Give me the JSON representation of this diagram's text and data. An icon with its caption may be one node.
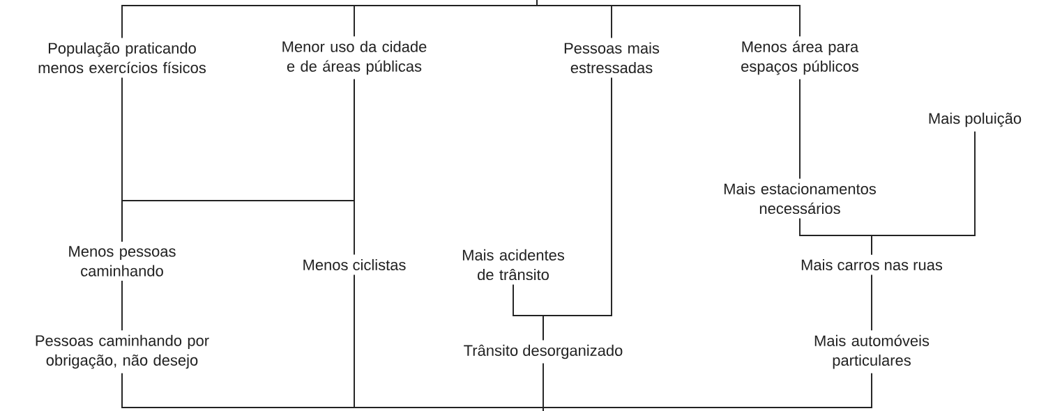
{
  "diagram": {
    "nodes": [
      {
        "text": [
          "População praticando menos exercícios físicos"
        ]
      },
      {
        "text": [
          "Menor uso da cidade e de áreas públicas"
        ]
      },
      {
        "text": [
          "Pessoas mais estressadas"
        ]
      },
      {
        "text": [
          "Menos área para espaços públicos"
        ]
      },
      {
        "text": [
          "Mais poluição"
        ]
      },
      {
        "text": [
          "Mais estacionamentos necessários"
        ]
      },
      {
        "text": [
          "Menos pessoas caminhando"
        ]
      },
      {
        "text": [
          "Menos ciclistas"
        ]
      },
      {
        "text": [
          "Mais acidentes de trânsito"
        ]
      },
      {
        "text": [
          "Trânsito desorganizado"
        ]
      },
      {
        "text": [
          "Mais carros nas ruas"
        ]
      },
      {
        "text": [
          "Pessoas caminhando por obrigação, não desejo"
        ]
      },
      {
        "text": [
          "Mais automóveis particulares"
        ]
      }
    ],
    "edges": [
      {
        "from": null,
        "to": 0,
        "arrow": "none"
      },
      {
        "from": null,
        "to": 1,
        "arrow": "none"
      },
      {
        "from": null,
        "to": 2,
        "arrow": "none"
      },
      {
        "from": null,
        "to": 3,
        "arrow": "none"
      },
      {
        "from": 0,
        "to": 6,
        "arrow": "none"
      },
      {
        "from": 1,
        "to": 6,
        "arrow": "none"
      },
      {
        "from": 1,
        "to": 7,
        "arrow": "none"
      },
      {
        "from": 6,
        "to": 11,
        "arrow": "none"
      },
      {
        "from": 2,
        "to": 9,
        "arrow": "none"
      },
      {
        "from": 8,
        "to": 9,
        "arrow": "none"
      },
      {
        "from": 3,
        "to": 5,
        "arrow": "none"
      },
      {
        "from": 5,
        "to": 10,
        "arrow": "none"
      },
      {
        "from": 4,
        "to": 10,
        "arrow": "none"
      },
      {
        "from": 10,
        "to": 12,
        "arrow": "none"
      },
      {
        "from": 11,
        "to": null,
        "arrow": "none"
      },
      {
        "from": 7,
        "to": null,
        "arrow": "none"
      },
      {
        "from": 9,
        "to": null,
        "arrow": "none"
      },
      {
        "from": 12,
        "to": null,
        "arrow": "none"
      }
    ]
  }
}
